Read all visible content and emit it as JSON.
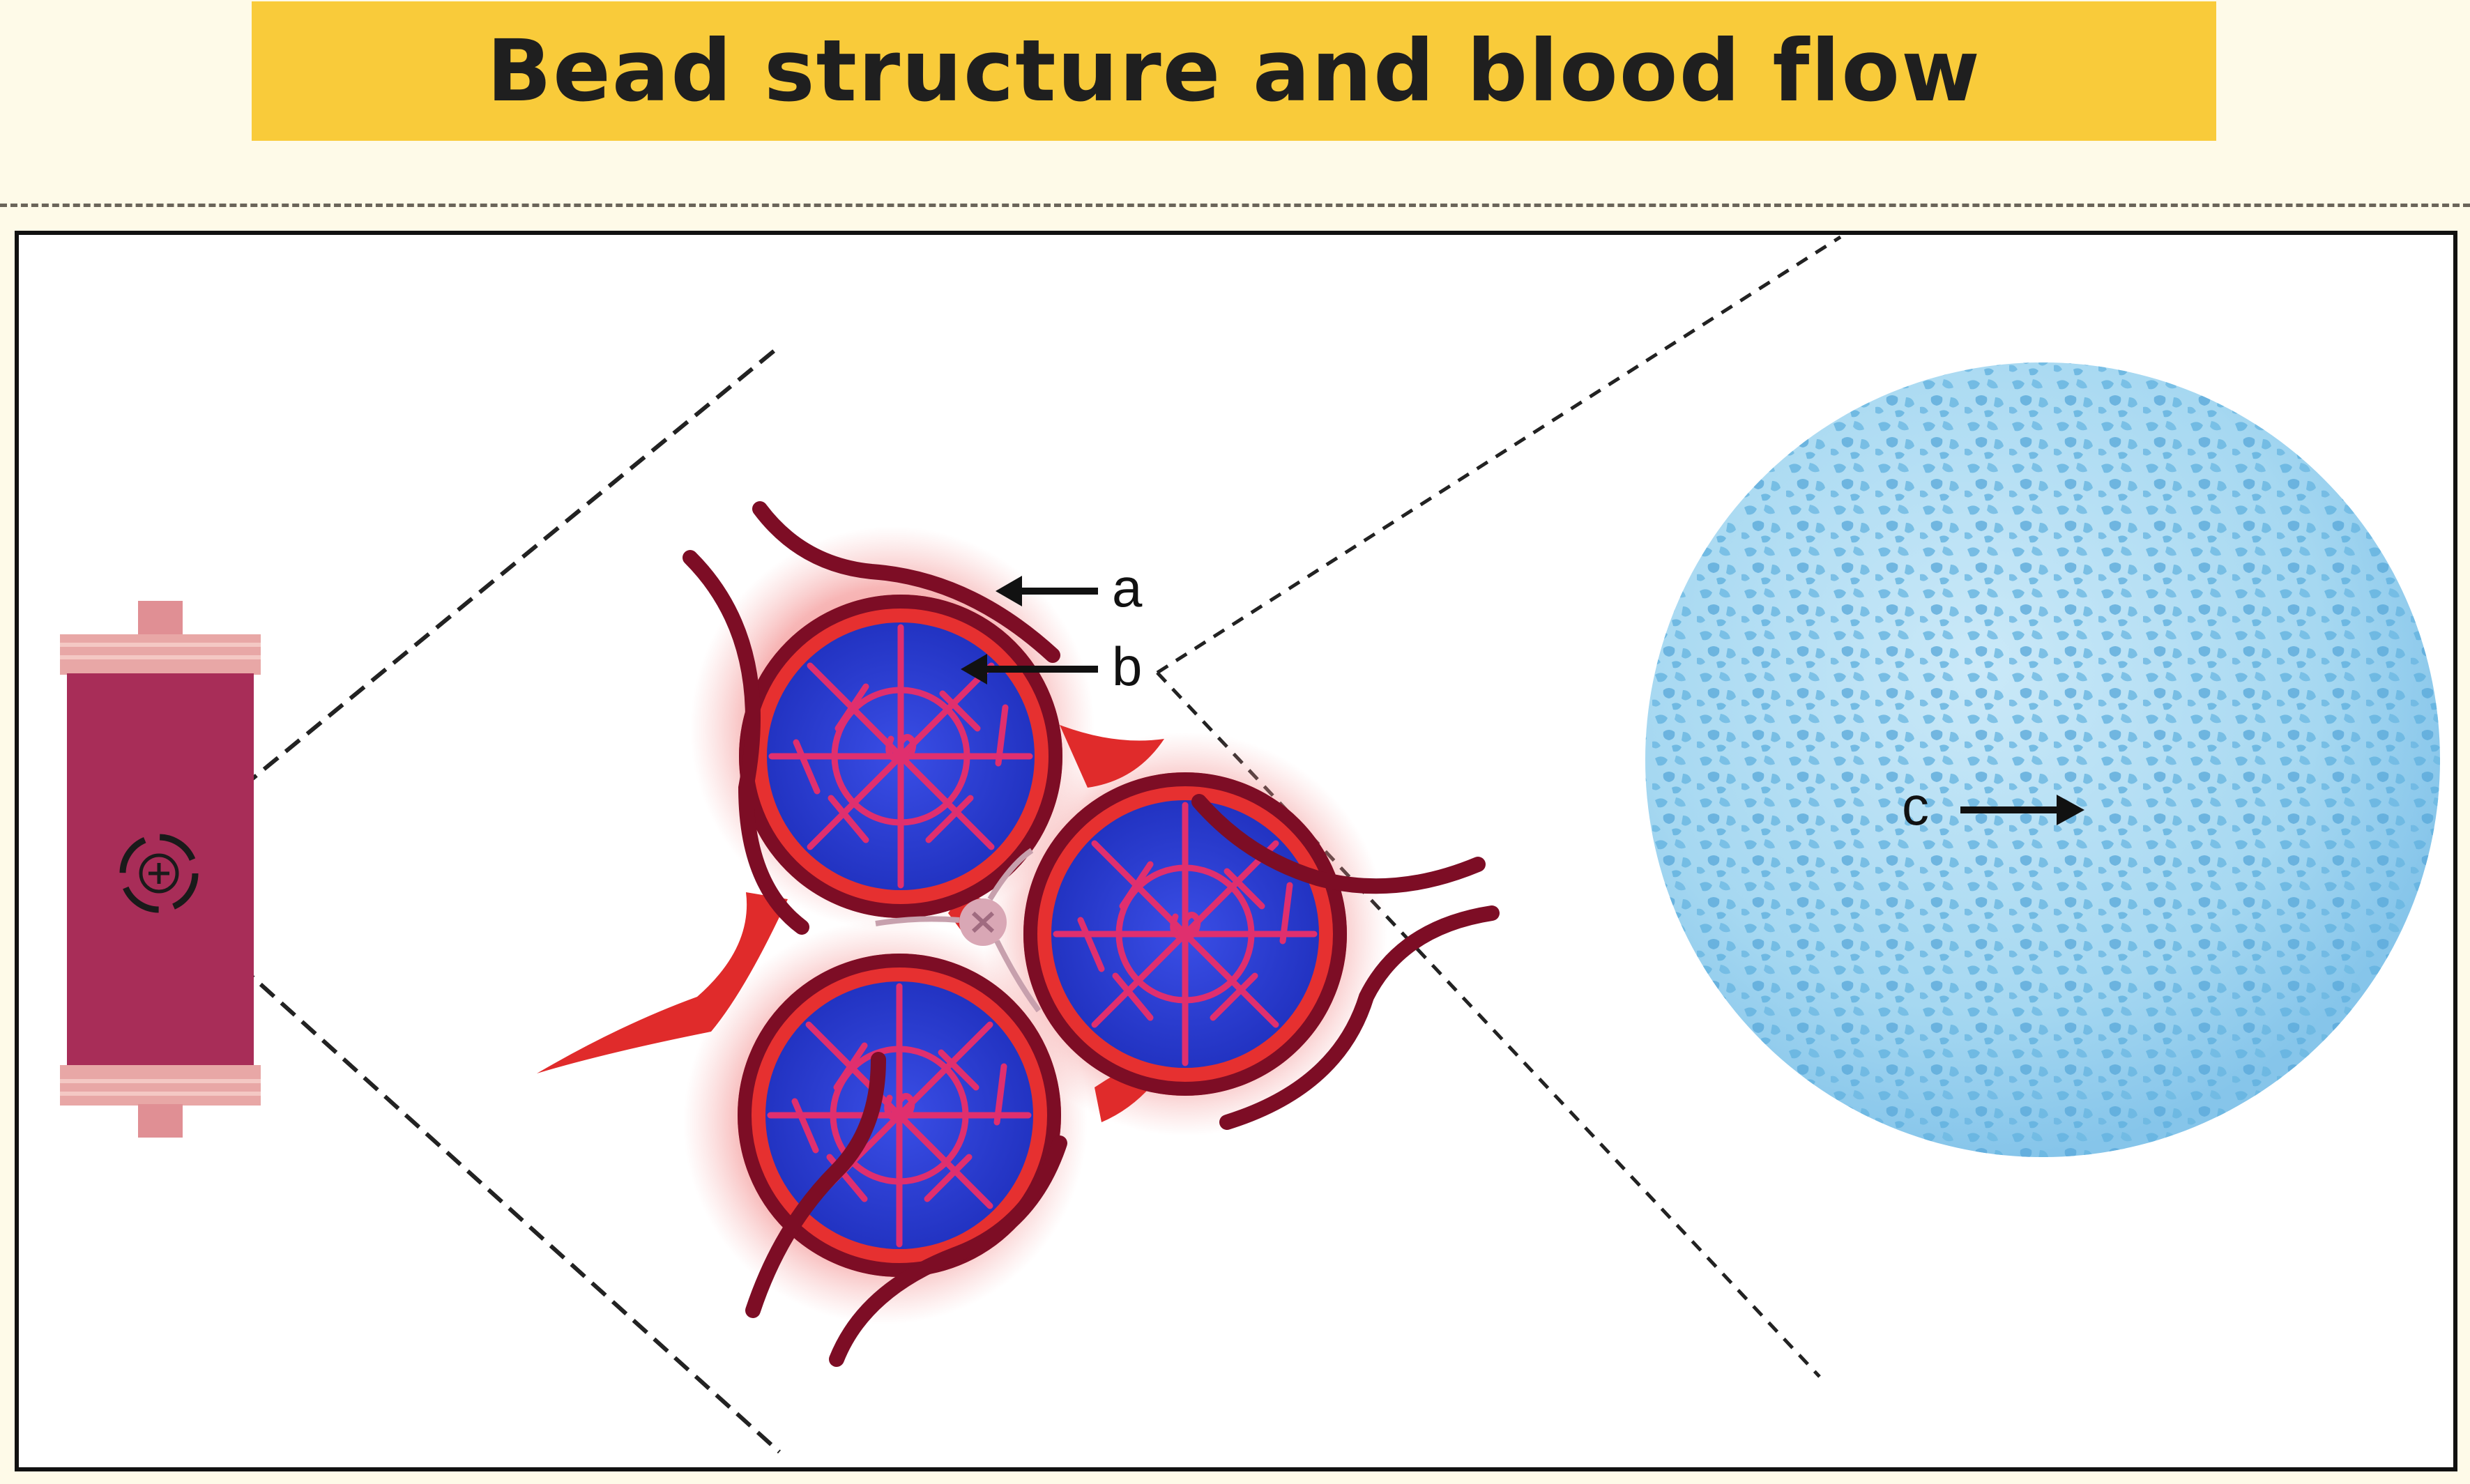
{
  "title": "Bead structure and blood flow",
  "labels": {
    "a": "a",
    "b": "b",
    "c": "c"
  },
  "colors": {
    "background": "#fefae8",
    "banner": "#f9cb3a",
    "cartridge": "#a82d58",
    "cartridge_cap": "#e39a9c",
    "blood": "#e12a2a",
    "vessel_dark": "#7d0d25",
    "bead_core": "#2e3fd6",
    "bead_network": "#e02f6e",
    "porous_bead": "#a9daf2",
    "porous_pore": "#5fb0de"
  }
}
